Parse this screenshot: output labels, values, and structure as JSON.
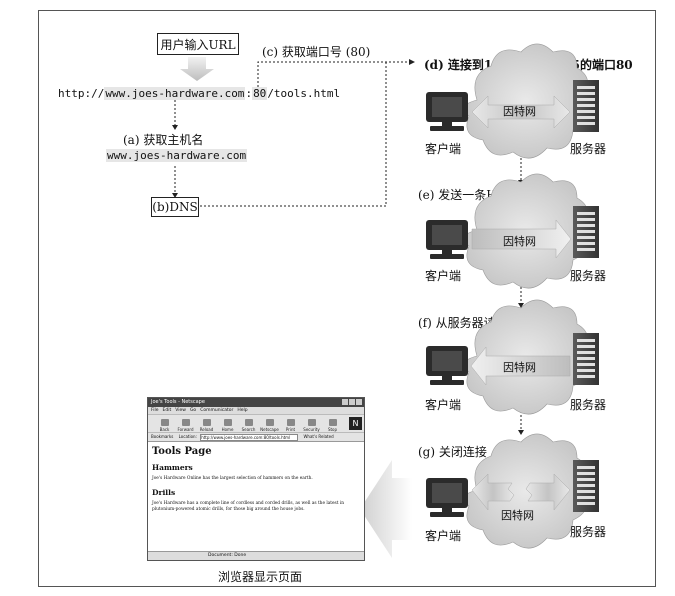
{
  "user_input": "用户输入URL",
  "url": {
    "prefix": "http://",
    "host": "www.joes-hardware.com",
    "port_sep": ":",
    "port": "80",
    "path": "/tools.html"
  },
  "step_a": {
    "label": "(a) 获取主机名",
    "hostname": "www.joes-hardware.com"
  },
  "step_b": "(b)DNS",
  "step_c": "(c) 获取端口号 (80)",
  "step_d": "(d) 连接到161.58.228.45的端口80",
  "step_e": "(e) 发送一条HTTP GET请求",
  "step_f": "(f) 从服务器读取HTTP响应",
  "step_g": "(g) 关闭连接",
  "network_label": "因特网",
  "client_label": "客户端",
  "server_label": "服务器",
  "browser_caption": "浏览器显示页面",
  "browser": {
    "title": "Joe's Tools - Netscape",
    "menu": [
      "File",
      "Edit",
      "View",
      "Go",
      "Communicator",
      "Help"
    ],
    "toolbar": [
      "Back",
      "Forward",
      "Reload",
      "Home",
      "Search",
      "Netscape",
      "Print",
      "Security",
      "Stop"
    ],
    "location_bar": "Bookmarks",
    "location_label": "Location:",
    "location_url": "http://www.joes-hardware.com:80/tools.html",
    "whats_related": "What's Related",
    "page_title": "Tools Page",
    "section1": "Hammers",
    "section1_text": "Joe's Hardware Online has the largest selection of hammers on the earth.",
    "section2": "Drills",
    "section2_text": "Joe's Hardware has a complete line of cordless and corded drills, as well as the latest in plutonium-powered atomic drills, for those big around the house jobs.",
    "status": "Document: Done"
  }
}
